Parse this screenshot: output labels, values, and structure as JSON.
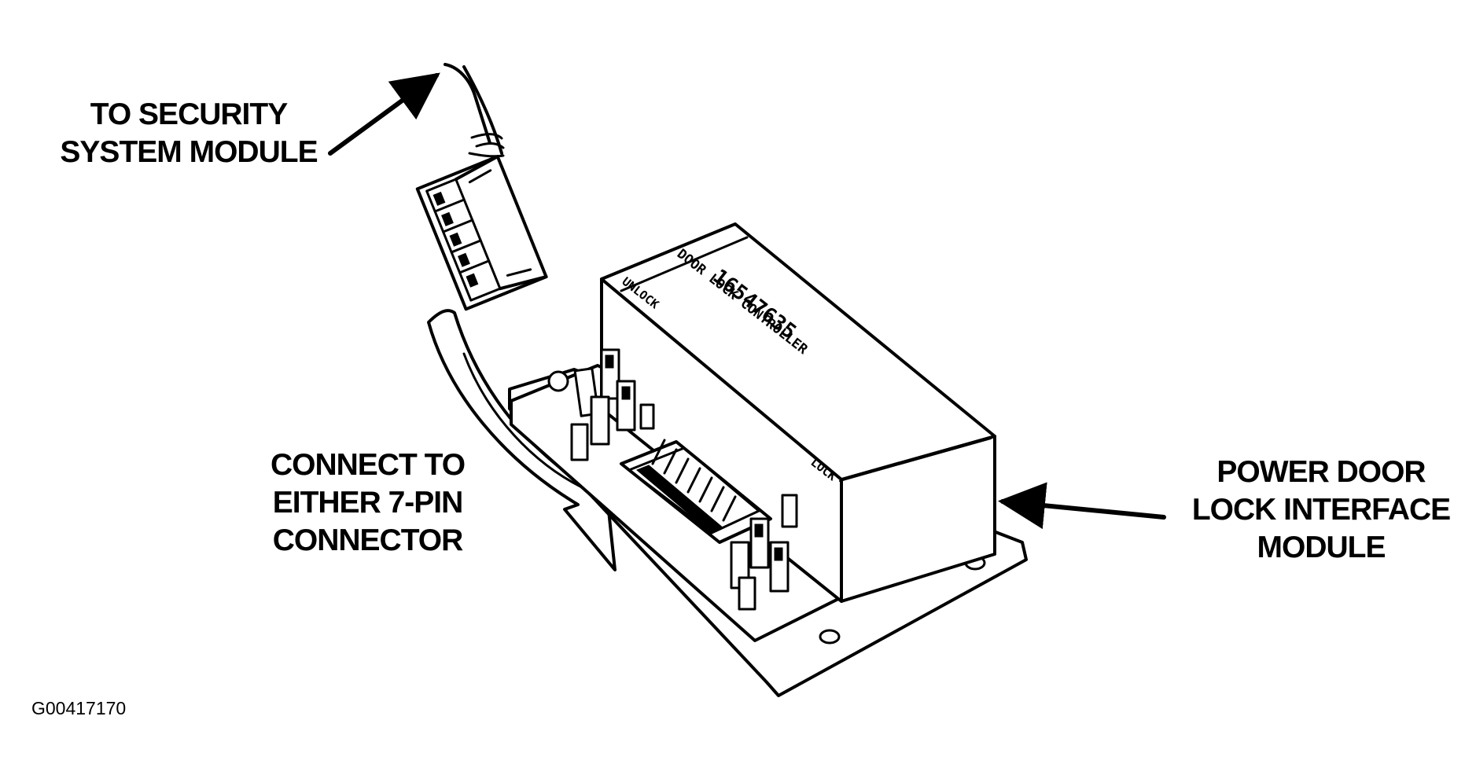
{
  "labels": {
    "security_line1": "TO SECURITY",
    "security_line2": "SYSTEM MODULE",
    "connect_line1": "CONNECT TO",
    "connect_line2": "EITHER 7-PIN",
    "connect_line3": "CONNECTOR",
    "pdl_line1": "POWER DOOR",
    "pdl_line2": "LOCK INTERFACE",
    "pdl_line3": "MODULE"
  },
  "module_stencil": {
    "part_number": "16547635",
    "name": "DOOR LOCK CONTROLLER",
    "unlock": "UNLOCK",
    "lock": "LOCK"
  },
  "figure_id": "G00417170"
}
